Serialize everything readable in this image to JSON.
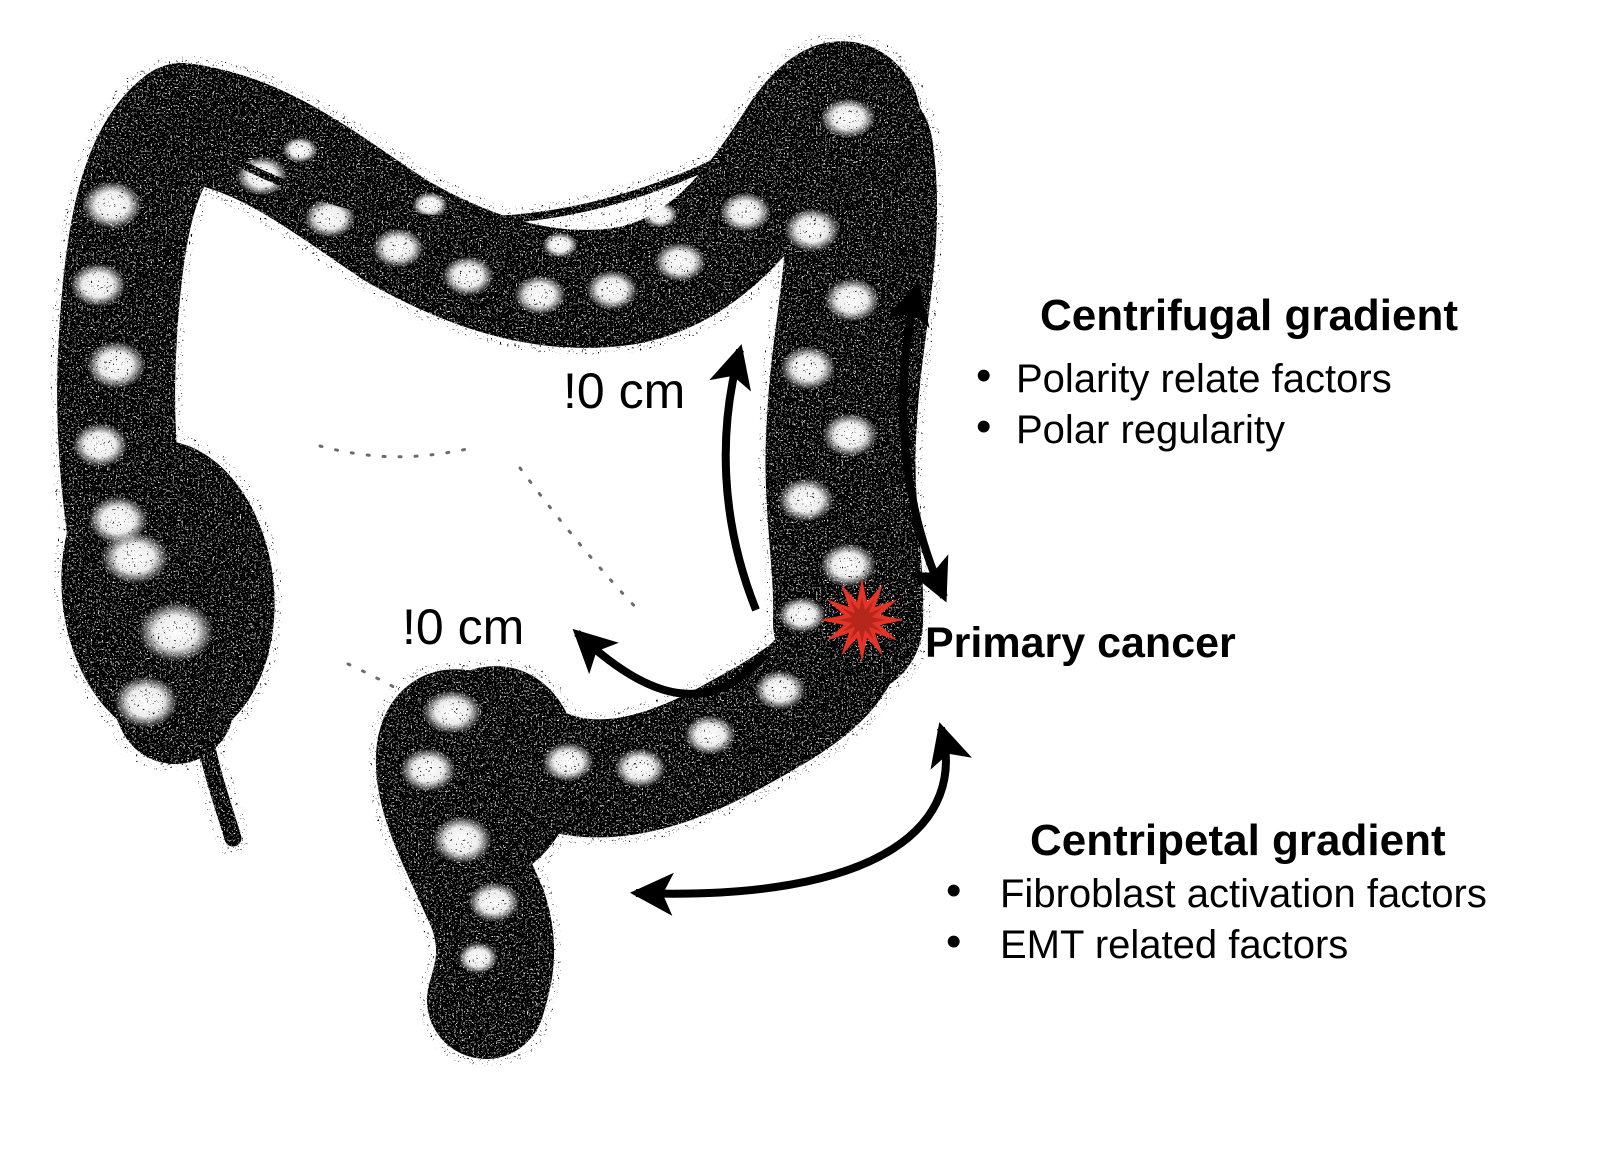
{
  "figure": {
    "description": "Halftone line drawing of the human large intestine with metastasis gradient annotations",
    "background": "#ffffff",
    "ink": "#000000"
  },
  "labels": {
    "distance_top": "!0 cm",
    "distance_left": "!0 cm",
    "primary_cancer": "Primary cancer"
  },
  "centrifugal": {
    "heading": "Centrifugal gradient",
    "bullet_char": "•",
    "bullets": [
      "Polarity relate factors",
      "Polar regularity"
    ]
  },
  "centripetal": {
    "heading": "Centripetal gradient",
    "bullet_char": "•",
    "bullets": [
      "Fibroblast activation factors",
      "EMT related factors"
    ]
  },
  "icons": {
    "cancer_marker": "starburst-icon",
    "arrow_style": "curved-black-arrow"
  },
  "colors": {
    "ink": "#000000",
    "background": "#ffffff",
    "cancer_marker_outer": "#e53427",
    "cancer_marker_inner": "#b5271b"
  }
}
